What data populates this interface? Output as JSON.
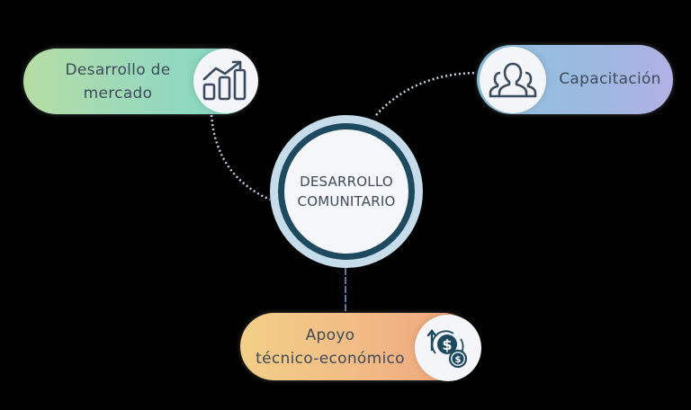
{
  "diagram": {
    "center": {
      "line1": "DESARROLLO",
      "line2": "COMUNITARIO",
      "ring_color": "#1d4a5e",
      "halo_color": "#c6dceb"
    },
    "nodes": [
      {
        "id": "mercado",
        "line1": "Desarrollo de",
        "line2": "mercado",
        "icon": "bar-chart-growth-icon",
        "position": "top-left"
      },
      {
        "id": "capacitacion",
        "line1": "Capacitación",
        "icon": "people-group-icon",
        "position": "top-right"
      },
      {
        "id": "apoyo",
        "line1": "Apoyo",
        "line2": "técnico-económico",
        "icon": "money-exchange-icon",
        "position": "bottom"
      }
    ],
    "connectors": [
      {
        "from": "center",
        "to": "mercado",
        "style": "dotted-curve"
      },
      {
        "from": "center",
        "to": "capacitacion",
        "style": "dotted-curve"
      },
      {
        "from": "center",
        "to": "apoyo",
        "style": "dashed-line"
      }
    ],
    "icon_color": "#3c4b5f",
    "text_color": "#3f4a5a"
  }
}
